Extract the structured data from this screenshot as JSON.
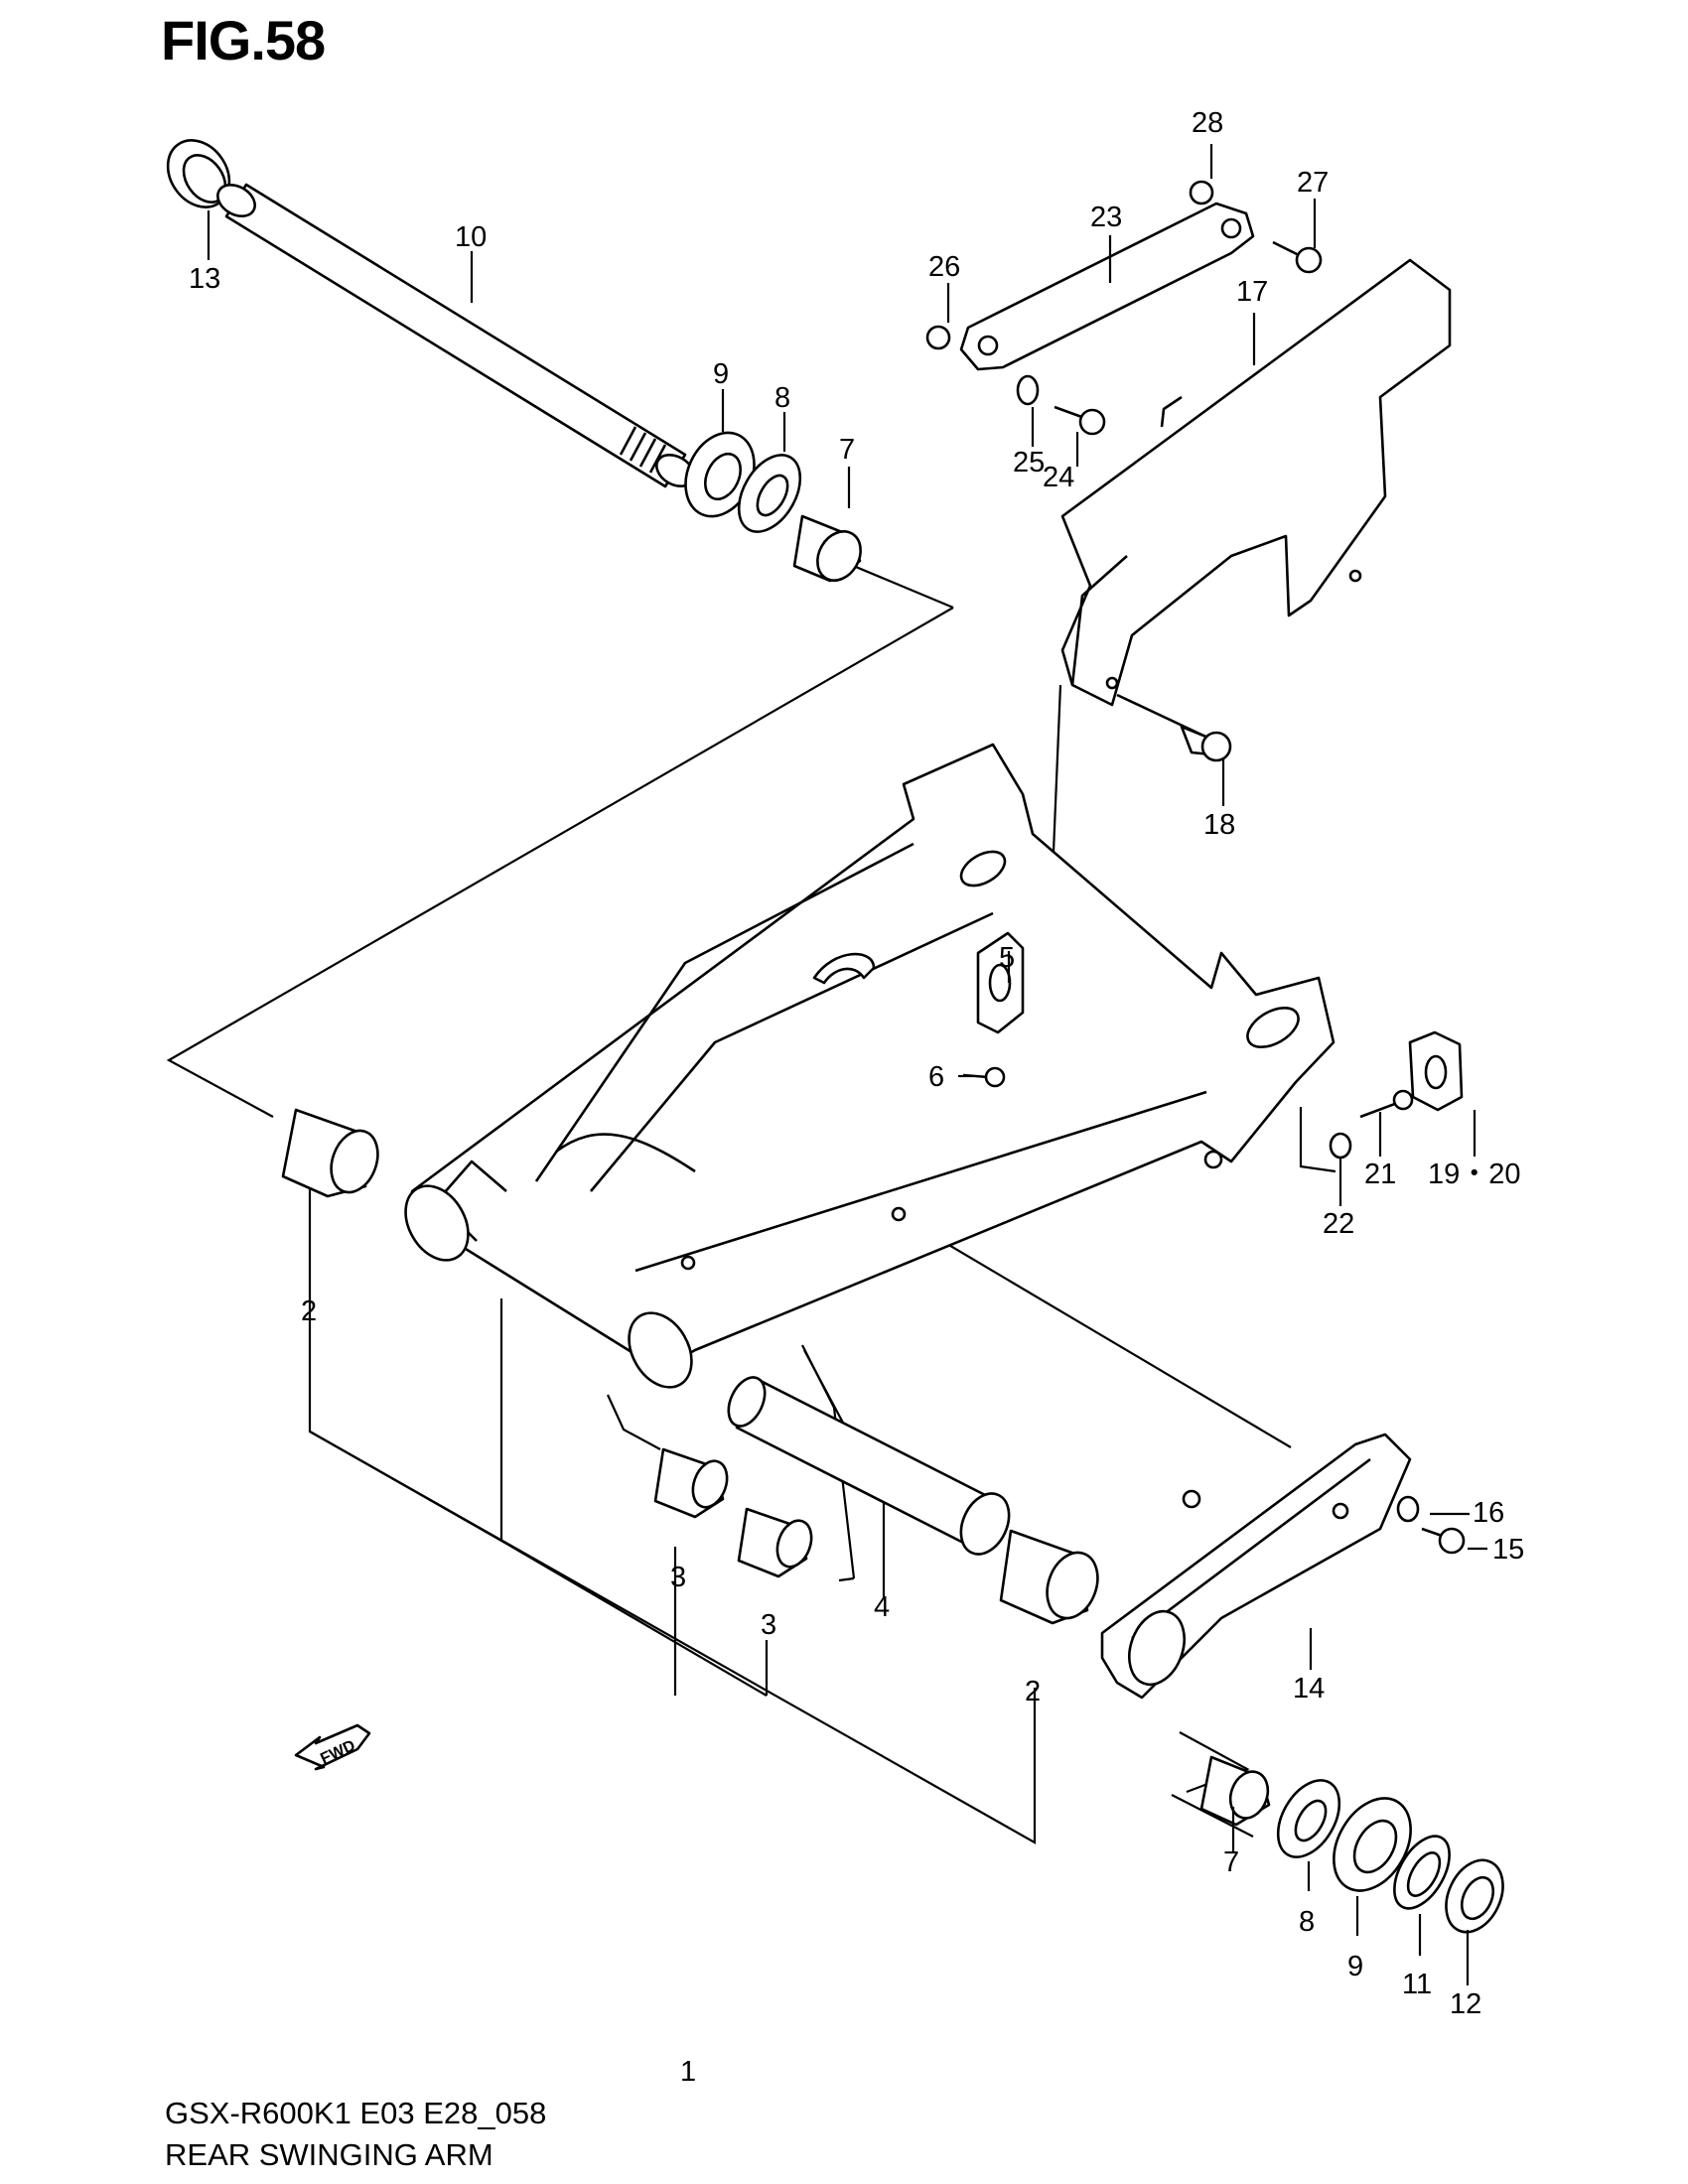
{
  "figure": {
    "title": "FIG.58",
    "model_code": "GSX-R600K1 E03 E28_058",
    "name": "REAR SWINGING ARM",
    "fwd_label": "FWD"
  },
  "callouts": [
    {
      "id": "c1",
      "text": "1"
    },
    {
      "id": "c2a",
      "text": "2"
    },
    {
      "id": "c2b",
      "text": "2"
    },
    {
      "id": "c3a",
      "text": "3"
    },
    {
      "id": "c3b",
      "text": "3"
    },
    {
      "id": "c4",
      "text": "4"
    },
    {
      "id": "c5",
      "text": "5"
    },
    {
      "id": "c6",
      "text": "6"
    },
    {
      "id": "c7a",
      "text": "7"
    },
    {
      "id": "c7b",
      "text": "7"
    },
    {
      "id": "c8a",
      "text": "8"
    },
    {
      "id": "c8b",
      "text": "8"
    },
    {
      "id": "c9a",
      "text": "9"
    },
    {
      "id": "c9b",
      "text": "9"
    },
    {
      "id": "c10",
      "text": "10"
    },
    {
      "id": "c11",
      "text": "11"
    },
    {
      "id": "c12",
      "text": "12"
    },
    {
      "id": "c13",
      "text": "13"
    },
    {
      "id": "c14",
      "text": "14"
    },
    {
      "id": "c15",
      "text": "15"
    },
    {
      "id": "c16",
      "text": "16"
    },
    {
      "id": "c17",
      "text": "17"
    },
    {
      "id": "c18",
      "text": "18"
    },
    {
      "id": "c1920",
      "text": "19・20"
    },
    {
      "id": "c21",
      "text": "21"
    },
    {
      "id": "c22",
      "text": "22"
    },
    {
      "id": "c23",
      "text": "23"
    },
    {
      "id": "c24",
      "text": "24"
    },
    {
      "id": "c25",
      "text": "25"
    },
    {
      "id": "c26",
      "text": "26"
    },
    {
      "id": "c27",
      "text": "27"
    },
    {
      "id": "c28",
      "text": "28"
    }
  ]
}
